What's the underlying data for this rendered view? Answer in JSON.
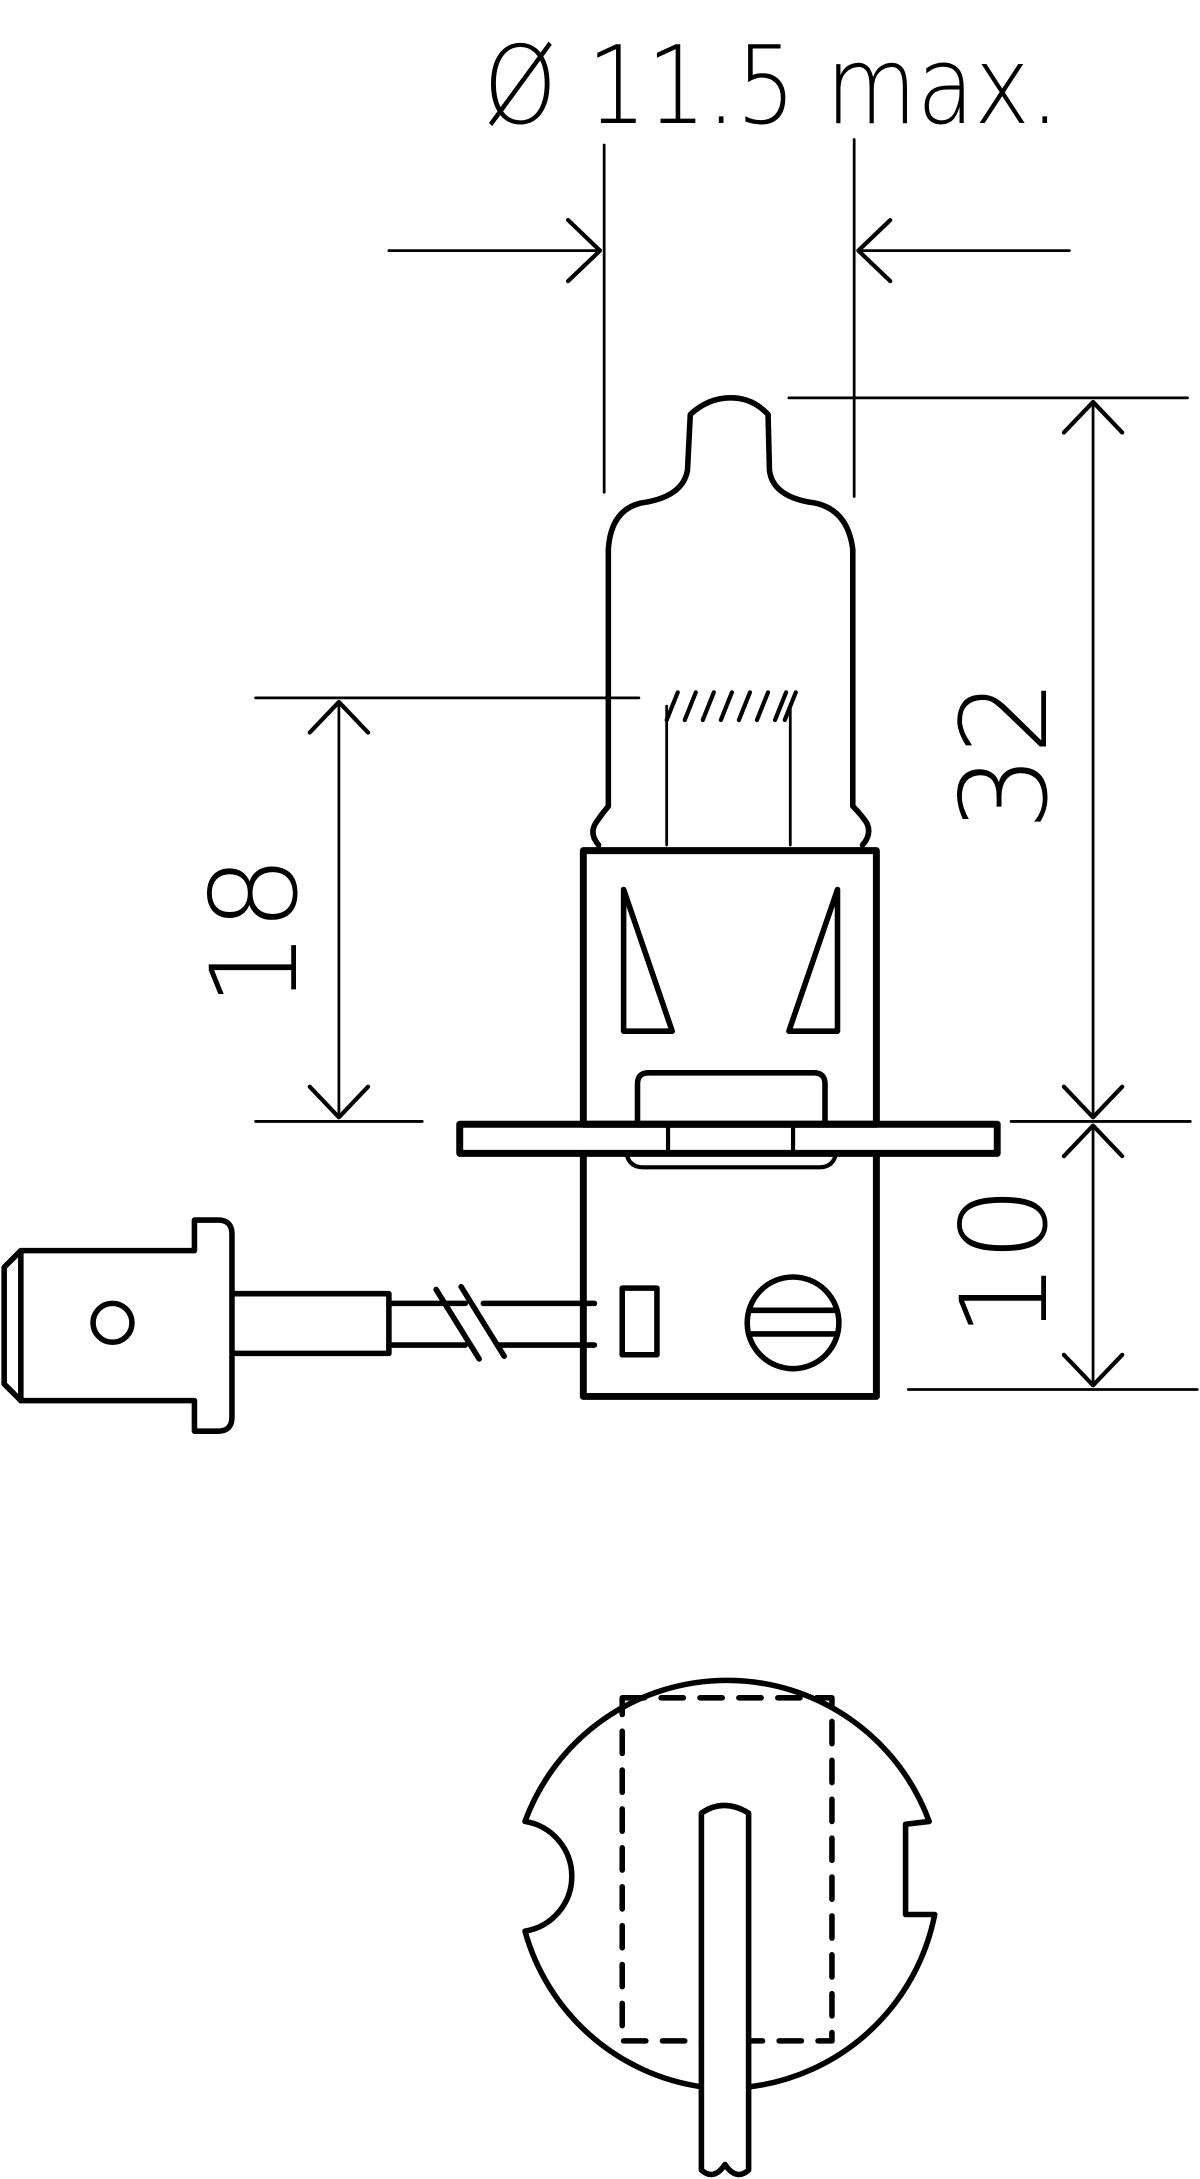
{
  "drawing": {
    "stroke_color": "#000000",
    "background": "#ffffff"
  },
  "dimensions": {
    "diameter": "Ø 11.5 max.",
    "overall_height": "32",
    "filament_height": "18",
    "base_height": "10"
  }
}
